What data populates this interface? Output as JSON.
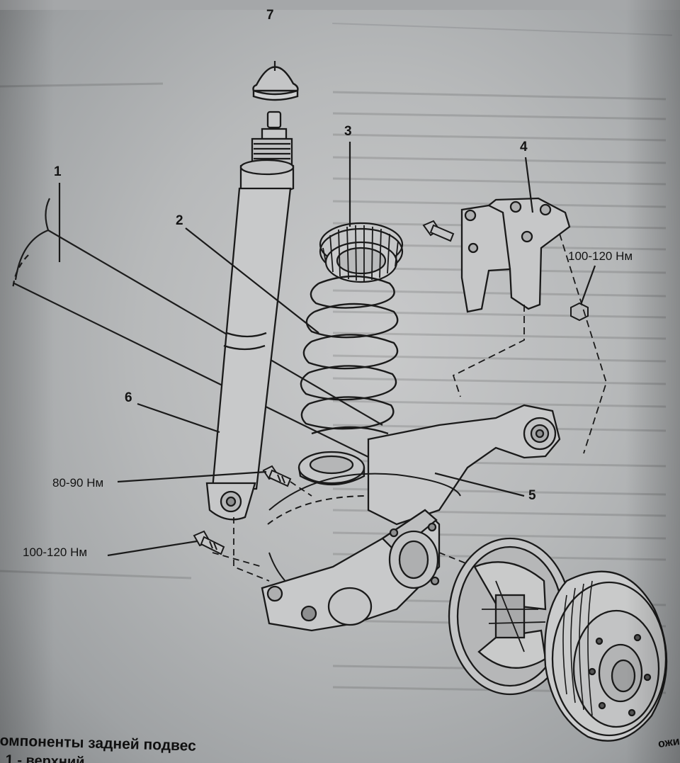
{
  "figure": {
    "callouts": [
      {
        "id": "1",
        "label": "1"
      },
      {
        "id": "2",
        "label": "2"
      },
      {
        "id": "3",
        "label": "3"
      },
      {
        "id": "4",
        "label": "4"
      },
      {
        "id": "5",
        "label": "5"
      },
      {
        "id": "6",
        "label": "6"
      },
      {
        "id": "7",
        "label": "7"
      }
    ],
    "torque_labels": {
      "upper_bracket": "100-120 Нм",
      "shock_lower_bolt": "80-90 Нм",
      "axle_mount_bolt": "100-120 Нм"
    },
    "caption_line1": "омпоненты задней подвес",
    "caption_line2": "1 - верхний",
    "corner_word": "ожи"
  },
  "colors": {
    "ink": "#141414",
    "paper": "#c0c2c3"
  }
}
